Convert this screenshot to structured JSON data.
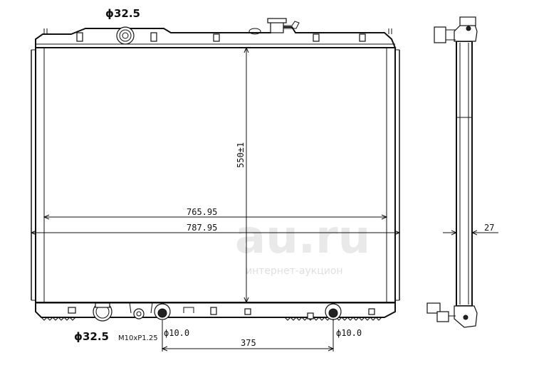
{
  "dimensions": {
    "top_inlet": "ϕ32.5",
    "bottom_outlet": "ϕ32.5",
    "drain_thread": "M10xP1.25",
    "left_fitting": "ϕ10.0",
    "right_fitting": "ϕ10.0",
    "core_width": "765.95",
    "overall_width": "787.95",
    "core_height": "550±1",
    "fitting_spacing": "375",
    "core_thickness": "27"
  },
  "watermark": {
    "domain": "au.ru",
    "tagline": "интернет-аукцион"
  }
}
